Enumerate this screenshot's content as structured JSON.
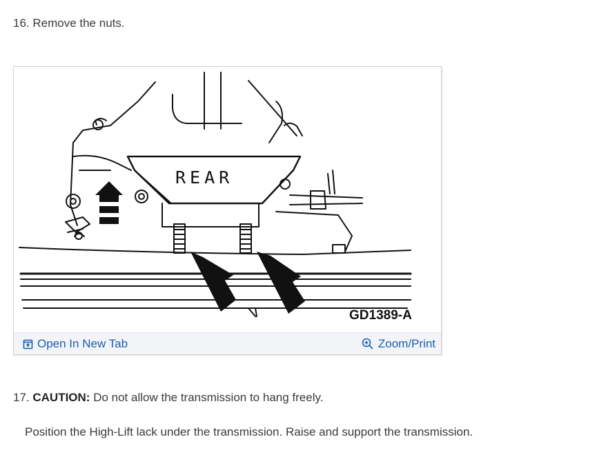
{
  "steps": {
    "step16": "16. Remove the nuts.",
    "step17_prefix": "17. ",
    "step17_caution": "CAUTION:",
    "step17_text": " Do not allow the transmission to hang freely.",
    "step17_detail": "Position the High-Lift lack under the transmission. Raise and support the transmission."
  },
  "figure": {
    "label_rear": "REAR",
    "figure_id": "GD1389-A",
    "open_tab_label": "Open In New Tab",
    "zoom_label": "Zoom/Print",
    "link_color": "#1a5fb0"
  }
}
